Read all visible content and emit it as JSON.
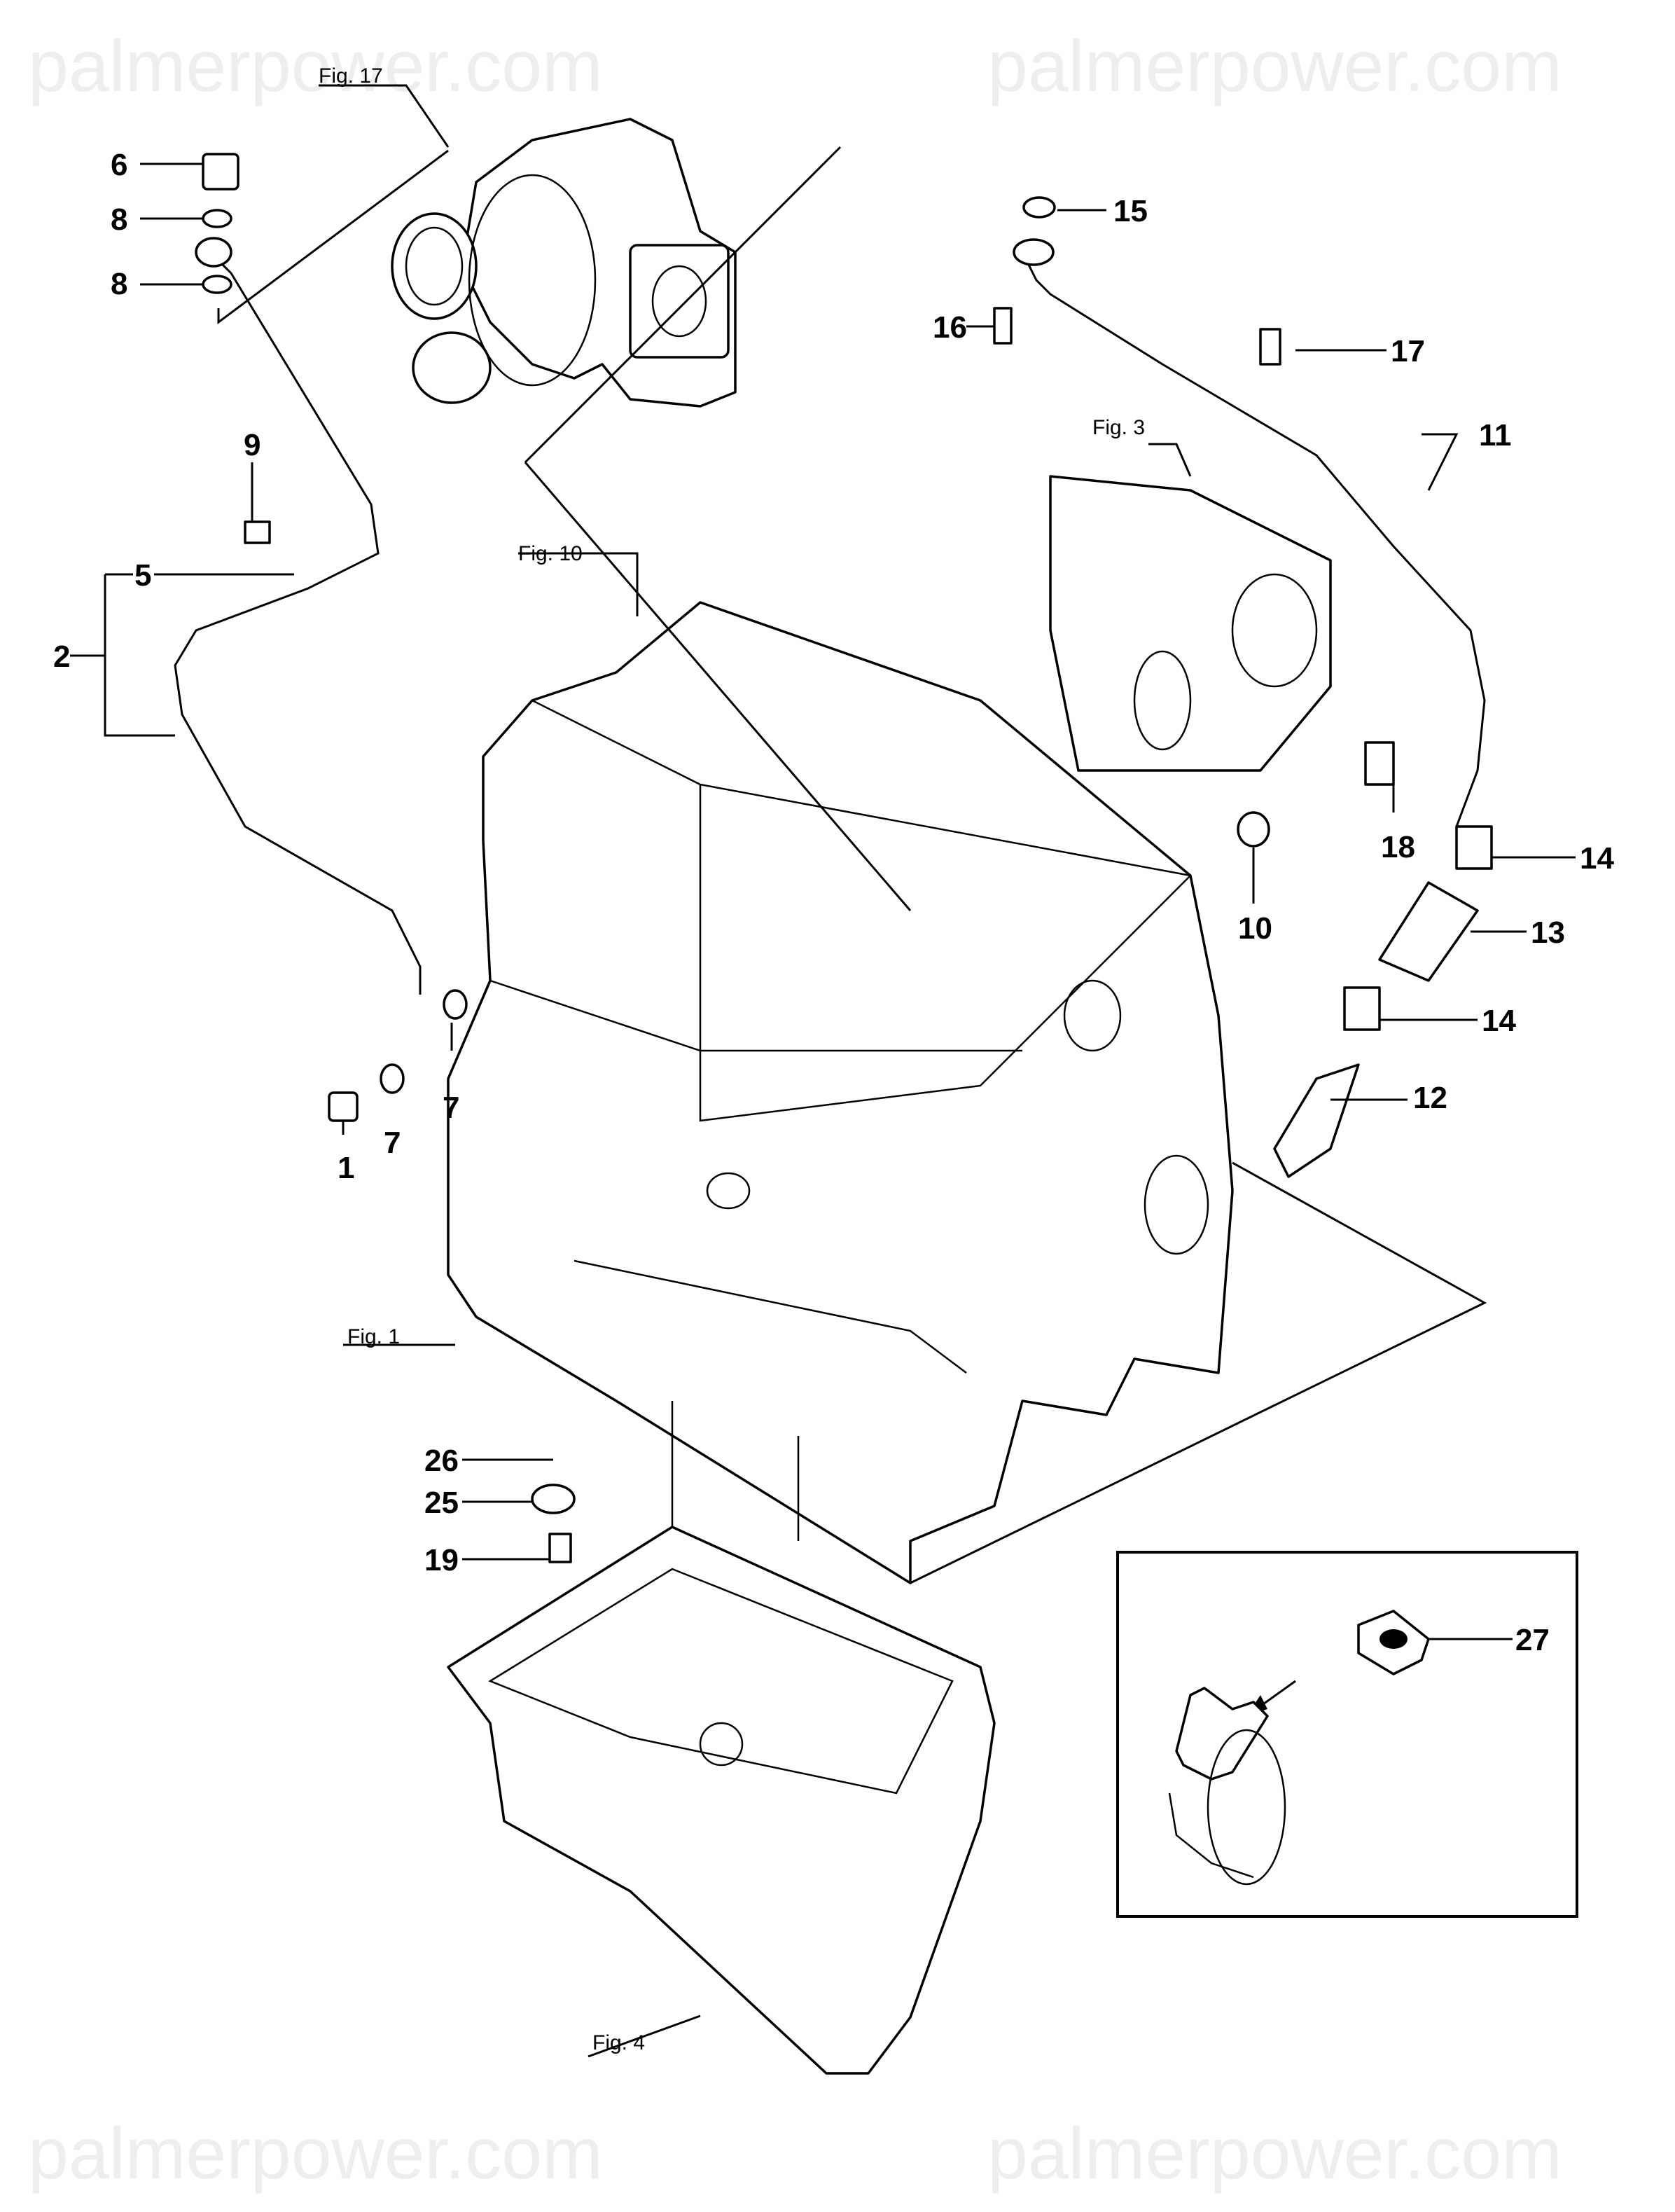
{
  "watermark": "palmerpower.com",
  "figure_refs": {
    "fig17": "Fig. 17",
    "fig10": "Fig. 10",
    "fig3": "Fig. 3",
    "fig1": "Fig. 1",
    "fig4": "Fig. 4"
  },
  "callouts": {
    "c1": "1",
    "c2": "2",
    "c5": "5",
    "c6": "6",
    "c7a": "7",
    "c7b": "7",
    "c8a": "8",
    "c8b": "8",
    "c9": "9",
    "c10": "10",
    "c11": "11",
    "c12": "12",
    "c13": "13",
    "c14a": "14",
    "c14b": "14",
    "c15": "15",
    "c16": "16",
    "c17": "17",
    "c18": "18",
    "c19": "19",
    "c25": "25",
    "c26": "26",
    "c27": "27"
  }
}
